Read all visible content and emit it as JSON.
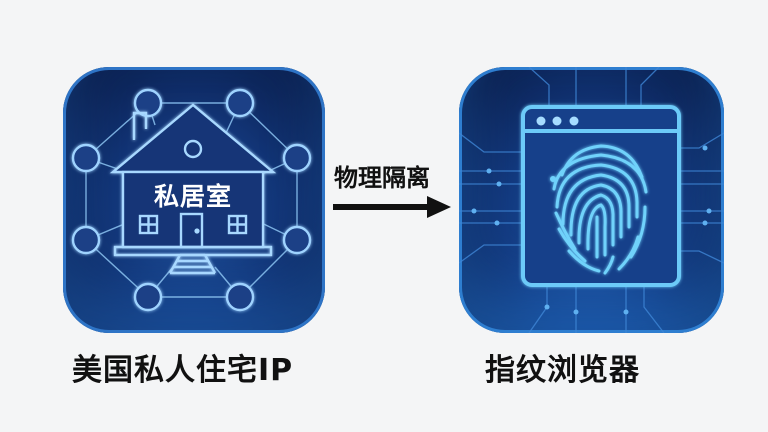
{
  "left_panel": {
    "house_text": "私居室",
    "caption": "美国私人住宅IP",
    "icon": "house-network-icon"
  },
  "connector": {
    "label": "物理隔离",
    "icon": "arrow-right-icon"
  },
  "right_panel": {
    "caption": "指纹浏览器",
    "icon": "fingerprint-browser-icon"
  },
  "colors": {
    "background": "#f4f5f6",
    "icon_dark": "#0b1f4e",
    "icon_mid": "#1e4f9a",
    "glow": "#7fc8ff",
    "text": "#111111"
  }
}
